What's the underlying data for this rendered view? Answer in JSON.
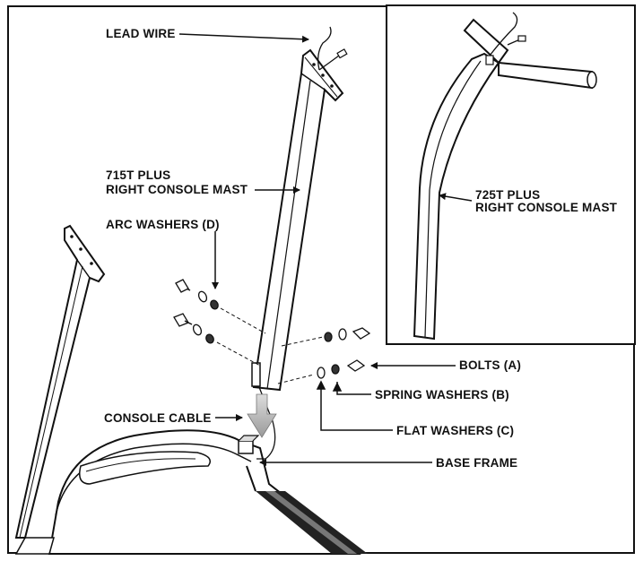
{
  "labels": {
    "lead_wire": "LEAD WIRE",
    "mast_715_line1": "715T PLUS",
    "mast_715_line2": "RIGHT CONSOLE MAST",
    "arc_washers": "ARC WASHERS (D)",
    "mast_725_line1": "725T PLUS",
    "mast_725_line2": "RIGHT CONSOLE MAST",
    "bolts": "BOLTS (A)",
    "spring_washers": "SPRING WASHERS (B)",
    "console_cable": "CONSOLE CABLE",
    "flat_washers": "FLAT WASHERS (C)",
    "base_frame": "BASE FRAME"
  },
  "colors": {
    "line": "#111111",
    "fill": "#ffffff",
    "shade": "#bdbdbd",
    "dark": "#222222"
  }
}
